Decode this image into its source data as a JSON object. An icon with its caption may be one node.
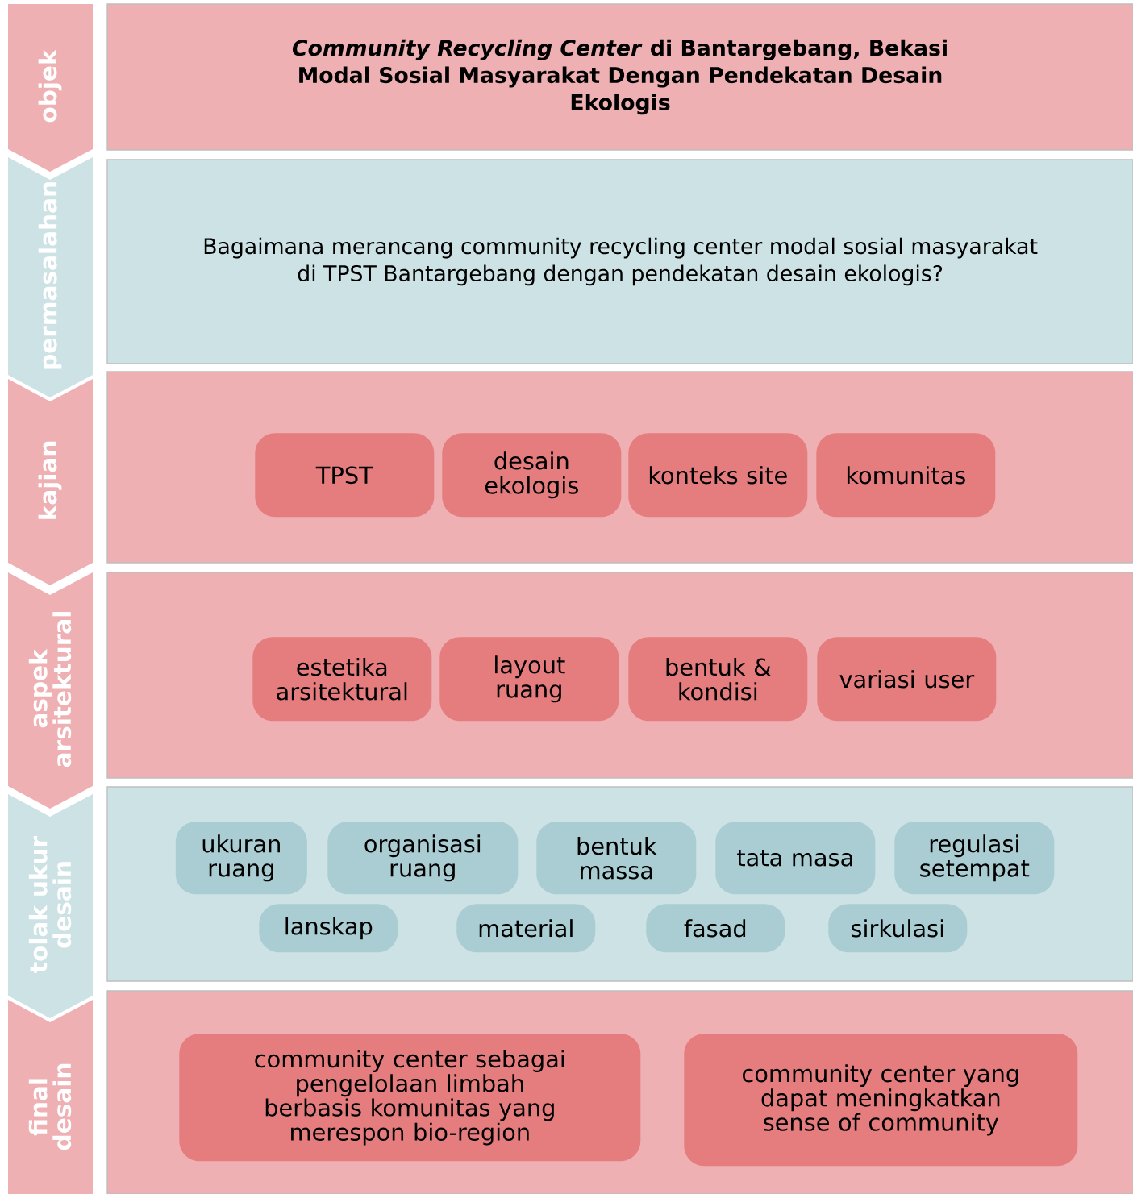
{
  "diagram": {
    "nodes": [
      {
        "text": [
          "objek"
        ]
      },
      {
        "text": [
          "*Community Recycling Center* di Bantargebang, Bekasi Modal Sosial Masyarakat Dengan Pendekatan Desain Ekologis"
        ]
      },
      {
        "text": [
          "permasalahan"
        ]
      },
      {
        "text": [
          "Bagaimana merancang community recycling center modal sosial masyarakat di TPST Bantargebang dengan pendekatan desain ekologis?"
        ]
      },
      {
        "text": [
          "kajian"
        ]
      },
      {
        "text": [],
        "shape": "box"
      },
      {
        "text": [
          "TPST"
        ],
        "in": 5
      },
      {
        "text": [
          "desain ekologis"
        ],
        "in": 5
      },
      {
        "text": [
          "konteks site"
        ],
        "in": 5
      },
      {
        "text": [
          "komunitas"
        ],
        "in": 5
      },
      {
        "text": [
          "aspek arsitektural"
        ]
      },
      {
        "text": [],
        "shape": "box"
      },
      {
        "text": [
          "estetika arsitektural"
        ],
        "in": 11
      },
      {
        "text": [
          "layout ruang"
        ],
        "in": 11
      },
      {
        "text": [
          "bentuk & kondisi"
        ],
        "in": 11
      },
      {
        "text": [
          "variasi user"
        ],
        "in": 11
      },
      {
        "text": [
          "tolak ukur desain"
        ]
      },
      {
        "text": [],
        "shape": "box"
      },
      {
        "text": [
          "ukuran ruang"
        ],
        "in": 17
      },
      {
        "text": [
          "organisasi ruang"
        ],
        "in": 17
      },
      {
        "text": [
          "bentuk massa"
        ],
        "in": 17
      },
      {
        "text": [
          "tata masa"
        ],
        "in": 17
      },
      {
        "text": [
          "regulasi setempat"
        ],
        "in": 17
      },
      {
        "text": [
          "lanskap"
        ],
        "in": 17
      },
      {
        "text": [
          "material"
        ],
        "in": 17
      },
      {
        "text": [
          "fasad"
        ],
        "in": 17
      },
      {
        "text": [
          "sirkulasi"
        ],
        "in": 17
      },
      {
        "text": [
          "final desain"
        ]
      },
      {
        "text": [],
        "shape": "box"
      },
      {
        "text": [
          "community center sebagai pengelolaan limbah berbasis komunitas yang merespon bio-region"
        ],
        "in": 28
      },
      {
        "text": [
          "community center yang dapat meningkatkan sense of community"
        ],
        "in": 28
      }
    ]
  }
}
